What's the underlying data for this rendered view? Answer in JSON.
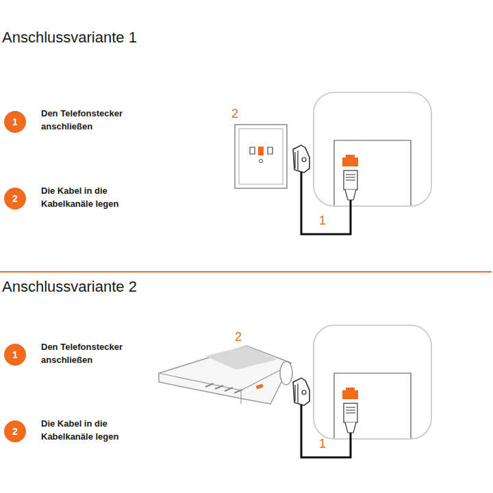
{
  "diagram": {
    "nodes": [
      {
        "text": [
          "1"
        ]
      },
      {
        "text": [
          "2"
        ]
      },
      {
        "text": [
          "1"
        ]
      },
      {
        "text": [
          "2"
        ]
      }
    ],
    "labels": [
      "Anschlussvariante 1",
      "Den Telefonstecker anschließen",
      "Die Kabel in die Kabelkanäle legen",
      "2",
      "1",
      "Anschlussvariante 2",
      "Den Telefonstecker anschließen",
      "Die Kabel in die Kabelkanäle legen",
      "2",
      "1"
    ]
  }
}
